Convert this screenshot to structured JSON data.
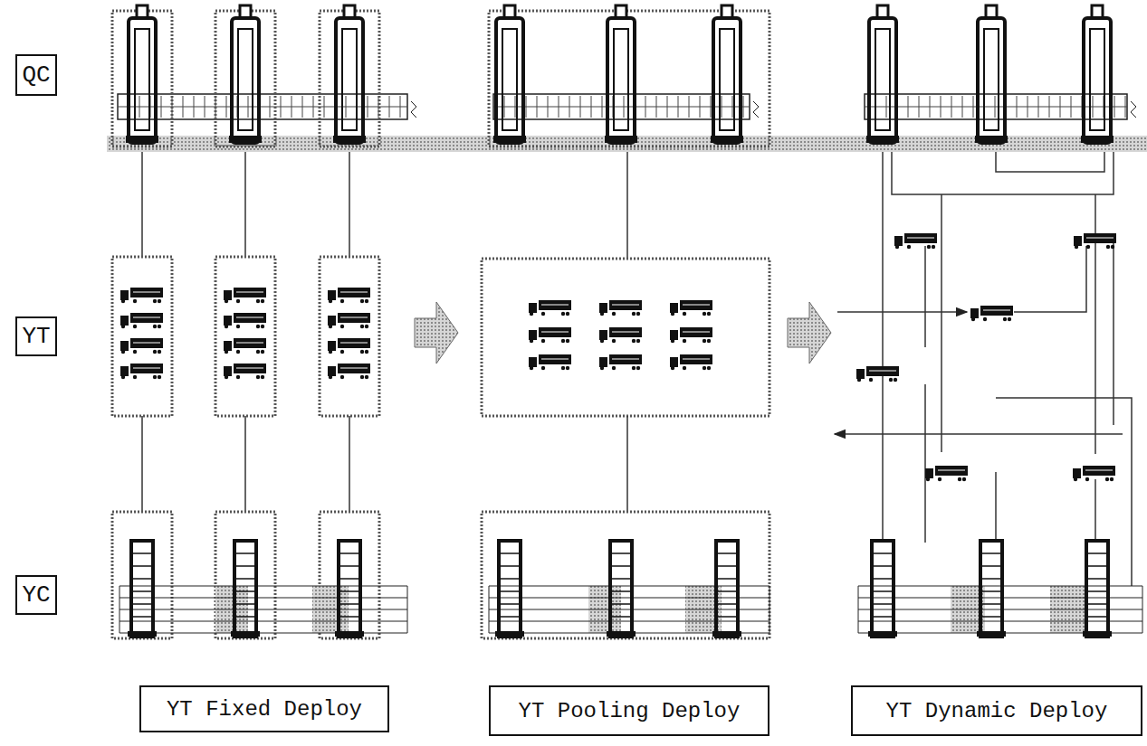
{
  "diagram": {
    "nodes": [
      {
        "text": [
          "QC"
        ]
      },
      {
        "text": [
          "YT"
        ]
      },
      {
        "text": [
          "YC"
        ]
      },
      {
        "text": [
          "YT Fixed Deploy"
        ]
      },
      {
        "text": [
          "YT Pooling Deploy"
        ]
      },
      {
        "text": [
          "YT Dynamic Deploy"
        ]
      }
    ]
  }
}
